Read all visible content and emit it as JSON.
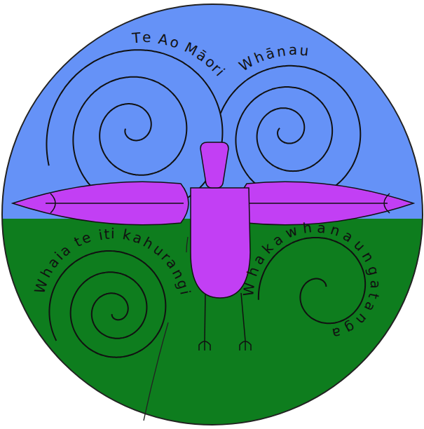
{
  "diagram": {
    "labels": [
      "Te Ao Māori",
      "Whānau",
      "Whaia te iti kahurangi",
      "Whakawhanaungatanga"
    ]
  }
}
